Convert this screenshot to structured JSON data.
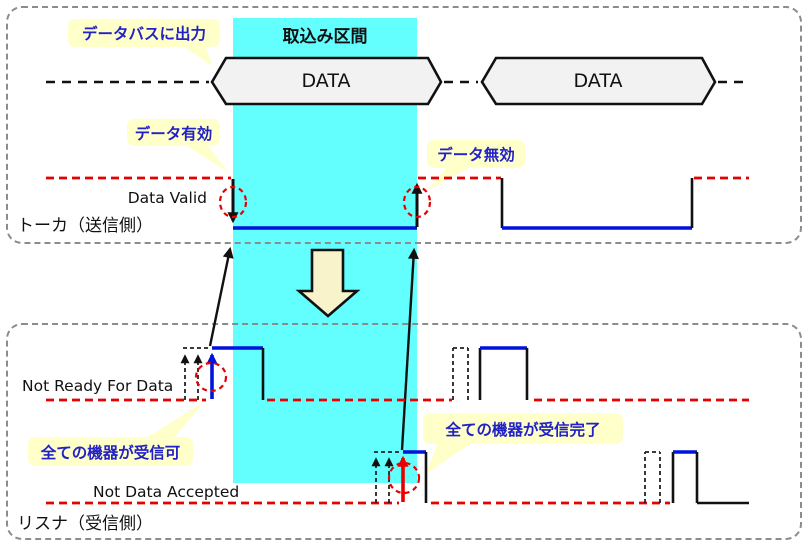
{
  "colors": {
    "cyan-band": "#63FFFF",
    "label-bg": "#FFFFC9",
    "label-text": "#2121C8",
    "signal-red": "#E80000",
    "signal-blue": "#0013DD",
    "line-black": "#111111",
    "hex-fill": "#F2F2F2",
    "block-arrow-fill": "#F8F3CB",
    "panel-border": "#8C8C8C"
  },
  "talker_panel": {
    "name": "トーカ（送信側）",
    "callout_output_to_bus": "データバスに出力",
    "capture_interval_label": "取込み区間",
    "data_hexagon_1": "DATA",
    "data_hexagon_2": "DATA",
    "callout_data_valid": "データ有効",
    "callout_data_invalid": "データ無効",
    "signal_name": "Data Valid"
  },
  "listener_panel": {
    "name": "リスナ（受信側）",
    "signal_nrfd": "Not Ready For Data",
    "signal_ndac": "Not Data Accepted",
    "callout_all_ready": "全ての機器が受信可",
    "callout_all_received": "全ての機器が受信完了"
  }
}
